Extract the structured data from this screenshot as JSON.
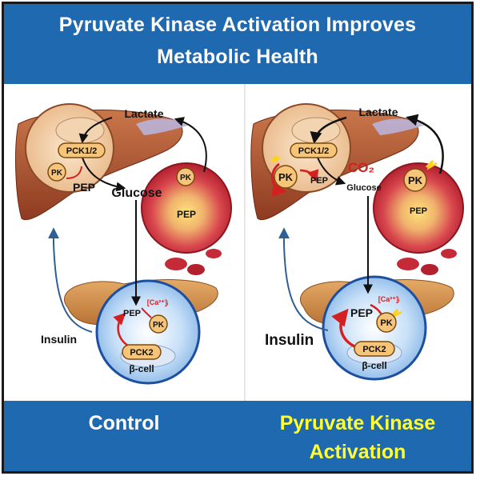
{
  "header": {
    "title_line1": "Pyruvate Kinase Activation Improves",
    "title_line2": "Metabolic Health"
  },
  "labels": {
    "lactate": "Lactate",
    "pck12": "PCK1/2",
    "pk": "PK",
    "pep": "PEP",
    "glucose": "Glucose",
    "ca": "[Ca²⁺]ᵢ",
    "insulin": "Insulin",
    "pck2": "PCK2",
    "beta_cell": "β-cell",
    "co2": "CO₂"
  },
  "footer": {
    "control": "Control",
    "activation_line1": "Pyruvate Kinase",
    "activation_line2": "Activation"
  },
  "colors": {
    "banner": "#1f69b1",
    "activation_text": "#ffff33",
    "control_text": "#ffffff",
    "inhibitor_red": "#d42020",
    "arrow_blue": "#2f5f94"
  }
}
